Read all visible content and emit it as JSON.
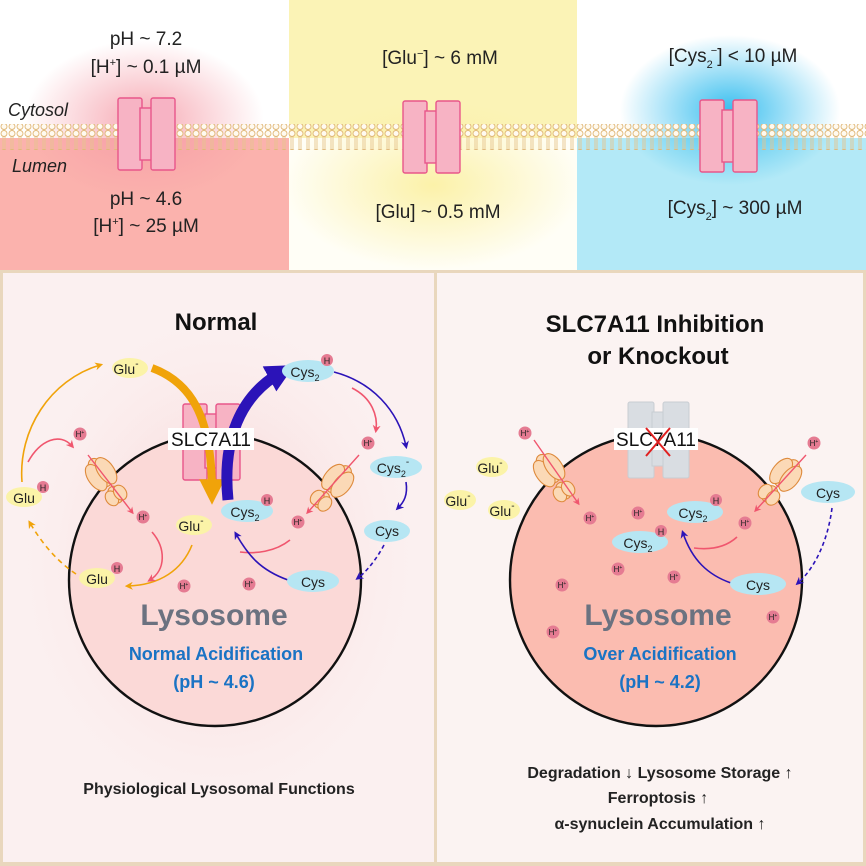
{
  "top_panels": {
    "membrane_labels": {
      "cytosol": "Cytosol",
      "lumen": "Lumen"
    },
    "panels": [
      {
        "name": "proton",
        "cytosol_lines": [
          {
            "main": "pH ~ 7.2"
          },
          {
            "pre": "[H",
            "sup": "+",
            "post": "] ~ 0.1 µM"
          }
        ],
        "lumen_lines": [
          {
            "main": "pH ~ 4.6"
          },
          {
            "pre": "[H",
            "sup": "+",
            "post": "] ~ 25 µM"
          }
        ],
        "cytosol_color": "#ffffff",
        "lumen_color": "#fbb2ad",
        "glow_color": "#f8a0a8"
      },
      {
        "name": "glutamate",
        "cytosol_lines": [
          {
            "pre": "[Glu",
            "sup": "−",
            "post": "] ~ 6 mM"
          }
        ],
        "lumen_lines": [
          {
            "main": "[Glu] ~ 0.5 mM"
          }
        ],
        "cytosol_color": "#fbf3b6",
        "lumen_color": "#fffdf2",
        "glow_color": "#fbf3b6"
      },
      {
        "name": "cystine",
        "cytosol_lines": [
          {
            "pre": "[Cys",
            "sub": "2",
            "sup": "−",
            "post": "] < 10 µM"
          }
        ],
        "lumen_lines": [
          {
            "pre": "[Cys",
            "sub": "2",
            "post": "] ~ 300 µM"
          }
        ],
        "cytosol_color": "#ffffff",
        "lumen_color": "#b3e9f7",
        "glow_color": "#3fc3ee"
      }
    ]
  },
  "normal": {
    "title": "Normal",
    "transporter_label": "SLC7A11",
    "organelle": "Lysosome",
    "status": "Normal Acidification",
    "ph": "(pH ~ 4.6)",
    "outcome": "Physiological Lysosomal Functions",
    "molecules": {
      "glu_minus": "Glu",
      "glu_h": "Glu",
      "cys2": "Cys",
      "cys2_minus": "Cys",
      "cys": "Cys",
      "h_plus": "H",
      "h": "H",
      "sub2": "2",
      "minus": "-",
      "plus": "+"
    }
  },
  "knockout": {
    "title_line1": "SLC7A11 Inhibition",
    "title_line2": "or Knockout",
    "transporter_label": "SLC7A11",
    "organelle": "Lysosome",
    "status": "Over Acidification",
    "ph": "(pH ~ 4.2)",
    "outcomes": [
      "Degradation ↓  Lysosome Storage ↑",
      "Ferroptosis ↑",
      "α-synuclein Accumulation ↑"
    ]
  },
  "colors": {
    "transporter": "#f7b3c4",
    "transporter_stroke": "#e8568a",
    "transporter_inactive": "#d9dde2",
    "glu_arrow": "#f0a30a",
    "cys_arrow": "#2b13b8",
    "h_arrow": "#f0566e",
    "h_dot": "#e57b92",
    "glu_bubble": "#fbf3a8",
    "cys_bubble": "#b6e6f3",
    "status_blue": "#1a73c4",
    "organelle_gray": "#6b7280",
    "atpase_fill": "#fbd9b6",
    "atpase_stroke": "#de8a3c",
    "cross_red": "#e02020"
  }
}
